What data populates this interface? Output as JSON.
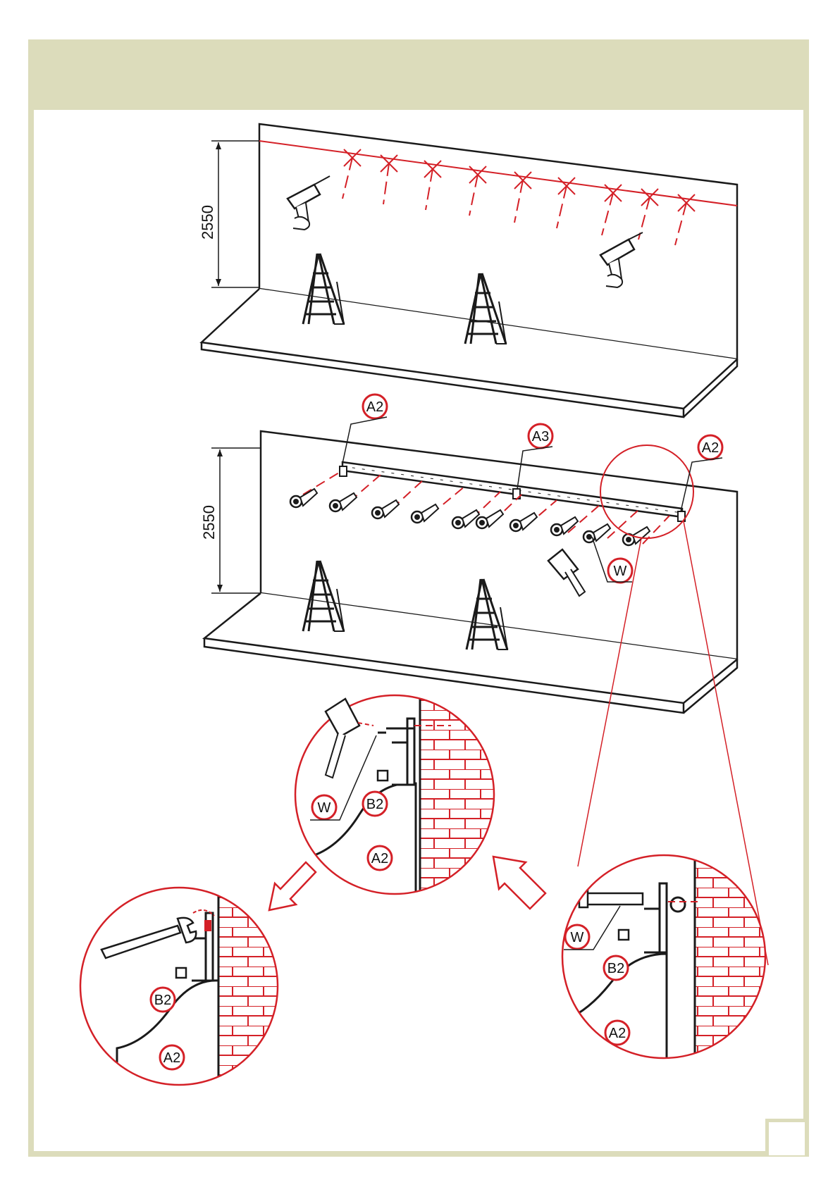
{
  "header": {
    "title": ""
  },
  "page_number": "",
  "colors": {
    "header_band": "#dcdcbb",
    "accent_red": "#d42027",
    "line": "#1a1a1a"
  },
  "step1": {
    "dimension": "2550"
  },
  "step2": {
    "dimension": "2550",
    "callouts": {
      "left_end": "A2",
      "middle_joint": "A3",
      "right_end": "A2",
      "washer": "W"
    }
  },
  "detail_top": {
    "labels": {
      "washer": "W",
      "bracket": "B2",
      "rail": "A2"
    }
  },
  "detail_left": {
    "labels": {
      "bracket": "B2",
      "rail": "A2"
    }
  },
  "detail_right": {
    "labels": {
      "washer": "W",
      "bracket": "B2",
      "rail": "A2"
    }
  },
  "icons": [
    "drill-icon",
    "ladder-icon",
    "anchor-bolt-icon",
    "hammer-icon",
    "wrench-icon",
    "brick-wall-icon",
    "arrow-icon"
  ]
}
